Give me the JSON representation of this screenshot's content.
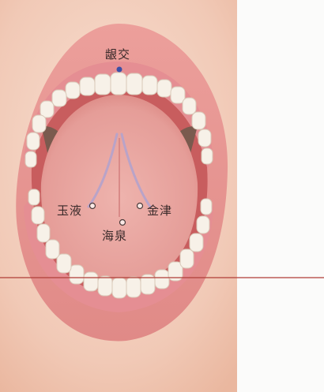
{
  "labels": {
    "yinjiao": "龈交",
    "yuye": "玉液",
    "jinjin": "金津",
    "haiquan": "海泉"
  },
  "colors": {
    "skin": "#f3d2c1",
    "lip": "#e79a97",
    "gum": "#e58e93",
    "tongue": "#e8a8a4",
    "throat": "#7a5a4e",
    "teeth": "#f7f1e8",
    "marker_yinjiao": "#3b4fa6",
    "rule_line": "#b2403a"
  },
  "icons": [
    "acupoint-dot"
  ]
}
